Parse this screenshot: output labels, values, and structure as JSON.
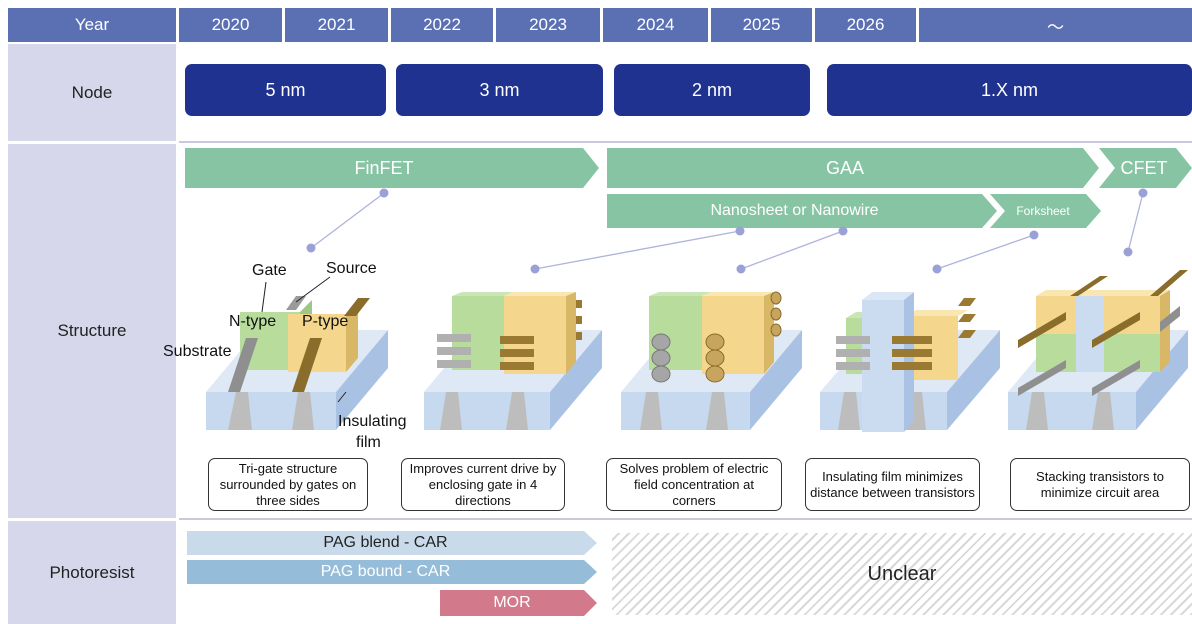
{
  "header": {
    "year_label": "Year",
    "years": [
      "2020",
      "2021",
      "2022",
      "2023",
      "2024",
      "2025",
      "2026",
      "～"
    ]
  },
  "rows": {
    "node": "Node",
    "structure": "Structure",
    "photoresist": "Photoresist"
  },
  "nodes": [
    "5 nm",
    "3 nm",
    "2 nm",
    "1.X nm"
  ],
  "structures": {
    "finfet": "FinFET",
    "gaa": "GAA",
    "cfet": "CFET",
    "nanosheet": "Nanosheet or Nanowire",
    "forksheet": "Forksheet"
  },
  "labels": {
    "gate": "Gate",
    "source": "Source",
    "ntype": "N-type",
    "ptype": "P-type",
    "substrate": "Substrate",
    "insulating_1": "Insulating",
    "insulating_2": "film"
  },
  "captions": [
    "Tri-gate structure surrounded by gates on three sides",
    "Improves current drive by enclosing gate in 4 directions",
    "Solves problem of electric field concentration at corners",
    "Insulating film minimizes distance between transistors",
    "Stacking transistors to minimize circuit area"
  ],
  "photoresists": {
    "pag_blend": "PAG blend - CAR",
    "pag_bound": "PAG bound - CAR",
    "mor": "MOR",
    "unclear": "Unclear"
  },
  "colors": {
    "header": "#5b6fb3",
    "label_bg": "#d6d7ea",
    "node": "#1f3290",
    "structure_arrow": "#86c4a3",
    "pag_blend": "#c9dbea",
    "pag_bound": "#95bcd9",
    "mor": "#d27a8b",
    "gate_green": "#b7dc9c",
    "source_tan": "#f4d68c",
    "insulator_blue": "#c7d9ef"
  }
}
